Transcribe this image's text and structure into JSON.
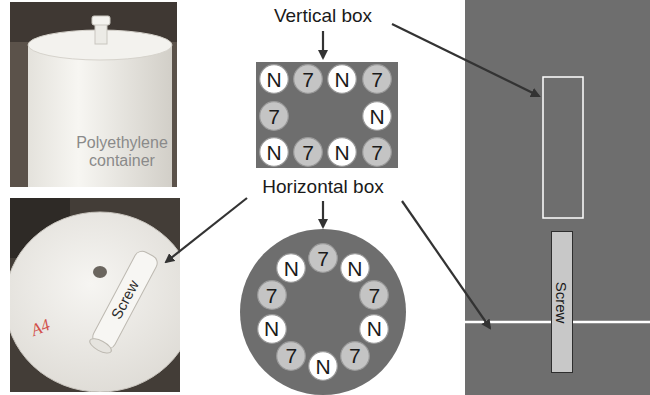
{
  "diagram": {
    "nodes": [
      {
        "text": [
          "N"
        ]
      },
      {
        "text": [
          "7"
        ]
      },
      {
        "text": [
          "N"
        ]
      },
      {
        "text": [
          "7"
        ]
      },
      {
        "text": [
          "7"
        ]
      },
      {
        "text": [
          "N"
        ]
      },
      {
        "text": [
          "N"
        ]
      },
      {
        "text": [
          "7"
        ]
      },
      {
        "text": [
          "N"
        ]
      },
      {
        "text": [
          "7"
        ]
      },
      {
        "text": [
          "7"
        ]
      },
      {
        "text": [
          "N"
        ]
      },
      {
        "text": [
          "N"
        ]
      },
      {
        "text": [
          "7"
        ]
      },
      {
        "text": [
          "7"
        ]
      },
      {
        "text": [
          "N"
        ]
      },
      {
        "text": [
          "N"
        ]
      },
      {
        "text": [
          "7"
        ]
      },
      {
        "text": [
          "7"
        ]
      },
      {
        "text": [
          "N"
        ]
      },
      {
        "text": [
          "Screw"
        ]
      }
    ],
    "labels": [
      "Polyethylene container",
      "A4",
      "Screw",
      "Vertical box",
      "Horizontal box"
    ]
  }
}
